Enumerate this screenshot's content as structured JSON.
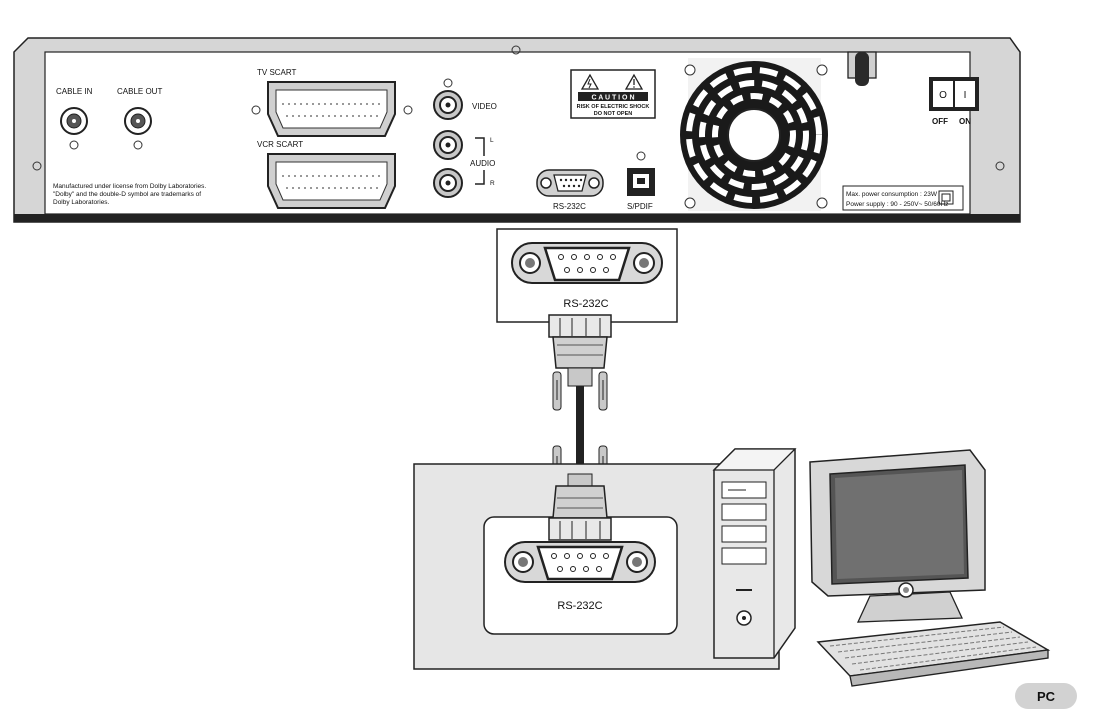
{
  "device": {
    "cable_in": "CABLE IN",
    "cable_out": "CABLE OUT",
    "tv_scart": "TV SCART",
    "vcr_scart": "VCR SCART",
    "video": "VIDEO",
    "audio": "AUDIO",
    "audio_l": "L",
    "audio_r": "R",
    "rs232c": "RS-232C",
    "spdif": "S/PDIF",
    "off": "OFF",
    "on": "ON",
    "switch_o": "O",
    "switch_i": "I",
    "caution": "C A U T I O N",
    "caution_line1": "RISK OF ELECTRIC SHOCK",
    "caution_line2": "DO NOT OPEN",
    "dolby_line1": "Manufactured under license from Dolby Laboratories.",
    "dolby_line2": "\"Dolby\" and the double-D symbol are trademarks of",
    "dolby_line3": "Dolby Laboratories.",
    "power_line1": "Max. power consumption : 23W",
    "power_line2": "Power supply : 90 - 250V~ 50/60Hz"
  },
  "upper_connector": {
    "label": "RS-232C"
  },
  "lower_connector": {
    "label": "RS-232C"
  },
  "pc_badge": {
    "label": "PC"
  }
}
